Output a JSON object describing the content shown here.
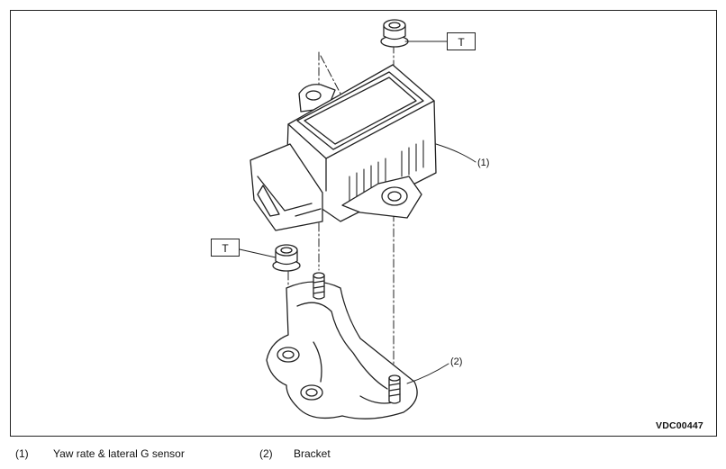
{
  "figure": {
    "id_label": "VDC00447",
    "torque_marks": [
      "T",
      "T"
    ],
    "callouts": [
      "(1)",
      "(2)"
    ]
  },
  "legend": [
    {
      "number": "(1)",
      "text": "Yaw rate & lateral G sensor"
    },
    {
      "number": "(2)",
      "text": "Bracket"
    }
  ]
}
